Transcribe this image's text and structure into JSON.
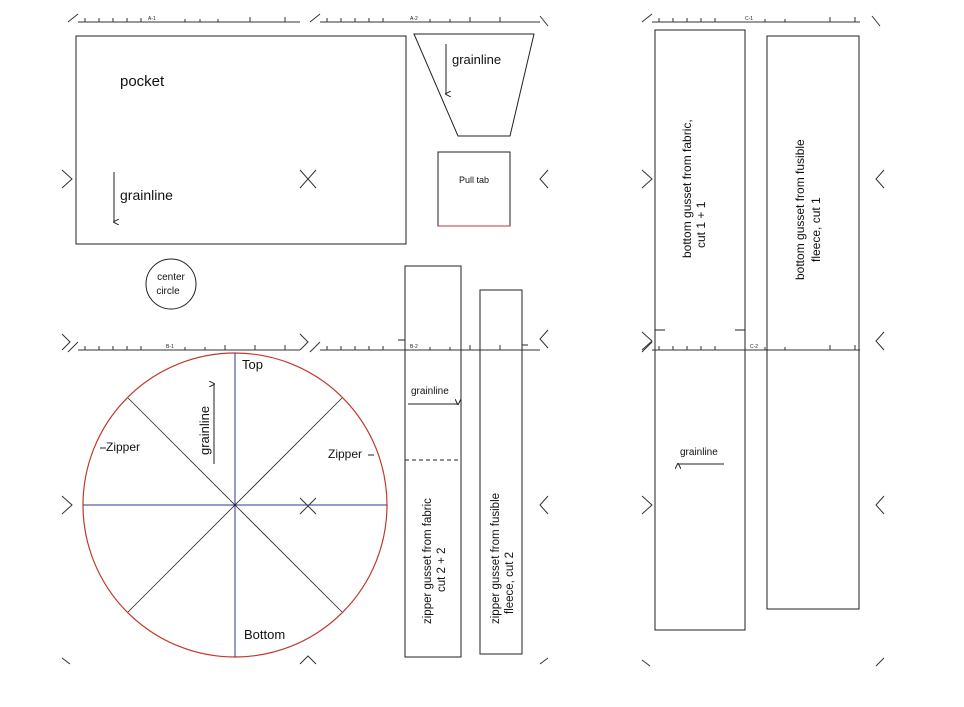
{
  "pieces": {
    "pocket": {
      "name": "pocket",
      "grain": "grainline"
    },
    "trapezoid": {
      "grain": "grainline"
    },
    "pull_tab": {
      "name": "Pull tab"
    },
    "center_circle": {
      "line1": "center",
      "line2": "circle"
    },
    "round_panel": {
      "top": "Top",
      "bottom": "Bottom",
      "zipper_left": "Zipper",
      "zipper_right": "Zipper",
      "grain": "grainline"
    },
    "zipper_gusset_fabric": {
      "line1": "zipper gusset from fabric",
      "line2": "cut 2 + 2",
      "grain": "grainline"
    },
    "zipper_gusset_fleece": {
      "line1": "zipper gusset from fusible",
      "line2": "fleece, cut 2"
    },
    "bottom_gusset_fabric": {
      "line1": "bottom gusset from fabric,",
      "line2": "cut 1 + 1",
      "grain": "grainline"
    },
    "bottom_gusset_fleece": {
      "line1": "bottom gusset from fusible",
      "line2": "fleece, cut 1"
    }
  },
  "tile_labels": {
    "a1": "A-1",
    "a2": "A-2",
    "b1": "B-1",
    "b2": "B-2",
    "c1": "C-1",
    "c2": "C-2"
  },
  "colors": {
    "outline": "#222222",
    "circle_red": "#c0392b",
    "axis_blue": "#2e3a8c"
  }
}
